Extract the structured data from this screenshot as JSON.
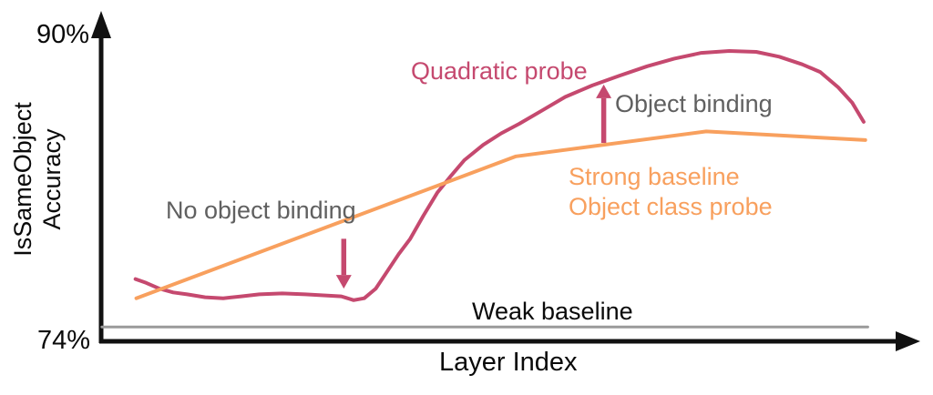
{
  "axes": {
    "y_tick_top": "90%",
    "y_tick_bottom": "74%",
    "x_label": "Layer Index",
    "y_label_line1": "IsSameObject",
    "y_label_line2": "Accuracy"
  },
  "annotations": {
    "quadratic_probe": "Quadratic probe",
    "object_binding": "Object binding",
    "no_object_binding": "No object binding",
    "strong_baseline_line1": "Strong baseline",
    "strong_baseline_line2": "Object class probe",
    "weak_baseline": "Weak baseline"
  },
  "colors": {
    "quadratic_probe": "#c5496f",
    "strong_baseline": "#f8a05e",
    "weak_baseline_line": "#9a9a9a",
    "annotation_gray": "#606060",
    "axis": "#111111"
  },
  "chart_data": {
    "type": "line",
    "title": "",
    "xlabel": "Layer Index",
    "ylabel": "IsSameObject Accuracy",
    "ylim": [
      74,
      90
    ],
    "y_ticks_labeled": [
      "74%",
      "90%"
    ],
    "x_note": "x axis has no tick labels; x values below are fraction of axis length (0 = left, 1 = right)",
    "grid": false,
    "legend": "inline text labels, no legend box",
    "series": [
      {
        "name": "Quadratic probe",
        "color": "#c5496f",
        "stroke_width": 4,
        "points": [
          [
            0.043,
            77.2
          ],
          [
            0.056,
            77.0
          ],
          [
            0.072,
            76.7
          ],
          [
            0.089,
            76.5
          ],
          [
            0.106,
            76.4
          ],
          [
            0.128,
            76.25
          ],
          [
            0.15,
            76.2
          ],
          [
            0.172,
            76.3
          ],
          [
            0.194,
            76.4
          ],
          [
            0.222,
            76.45
          ],
          [
            0.25,
            76.4
          ],
          [
            0.272,
            76.35
          ],
          [
            0.294,
            76.3
          ],
          [
            0.309,
            76.1
          ],
          [
            0.322,
            76.2
          ],
          [
            0.336,
            76.7
          ],
          [
            0.35,
            77.6
          ],
          [
            0.364,
            78.5
          ],
          [
            0.378,
            79.3
          ],
          [
            0.394,
            80.5
          ],
          [
            0.411,
            81.7
          ],
          [
            0.428,
            82.6
          ],
          [
            0.444,
            83.4
          ],
          [
            0.467,
            84.2
          ],
          [
            0.489,
            84.8
          ],
          [
            0.511,
            85.3
          ],
          [
            0.539,
            86.0
          ],
          [
            0.567,
            86.7
          ],
          [
            0.6,
            87.3
          ],
          [
            0.633,
            87.8
          ],
          [
            0.667,
            88.3
          ],
          [
            0.7,
            88.7
          ],
          [
            0.733,
            89.0
          ],
          [
            0.767,
            89.1
          ],
          [
            0.8,
            89.05
          ],
          [
            0.828,
            88.8
          ],
          [
            0.856,
            88.4
          ],
          [
            0.878,
            88.0
          ],
          [
            0.9,
            87.2
          ],
          [
            0.917,
            86.4
          ],
          [
            0.931,
            85.4
          ]
        ]
      },
      {
        "name": "Strong baseline Object class probe",
        "color": "#f8a05e",
        "stroke_width": 4,
        "points": [
          [
            0.044,
            76.2
          ],
          [
            0.507,
            83.6
          ],
          [
            0.739,
            84.9
          ],
          [
            0.933,
            84.45
          ]
        ]
      },
      {
        "name": "Weak baseline",
        "color": "#9a9a9a",
        "stroke_width": 3,
        "points": [
          [
            0.002,
            74.7
          ],
          [
            0.936,
            74.7
          ]
        ]
      }
    ],
    "arrows": [
      {
        "name": "object-binding-gap-arrow-up",
        "x": 0.614,
        "from": 84.3,
        "to": 87.35,
        "color": "#c5496f"
      },
      {
        "name": "no-object-binding-gap-arrow-down",
        "x": 0.297,
        "from": 79.3,
        "to": 76.7,
        "color": "#c5496f"
      }
    ]
  }
}
